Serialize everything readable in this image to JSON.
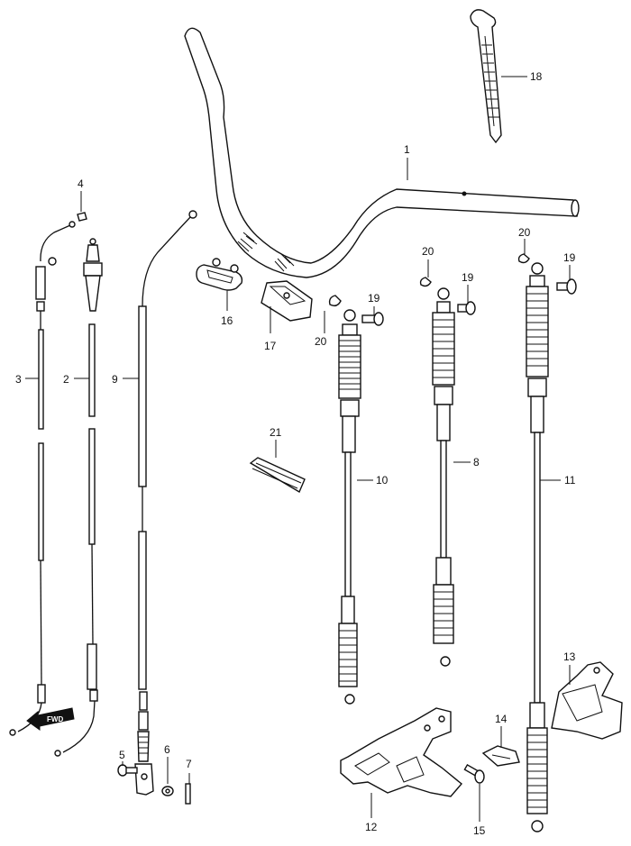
{
  "labels": {
    "p1": "1",
    "p2": "2",
    "p3": "3",
    "p4": "4",
    "p5": "5",
    "p6": "6",
    "p7": "7",
    "p8": "8",
    "p9": "9",
    "p10": "10",
    "p11": "11",
    "p12": "12",
    "p13": "13",
    "p14": "14",
    "p15": "15",
    "p16": "16",
    "p17": "17",
    "p18": "18",
    "p19a": "19",
    "p19b": "19",
    "p19c": "19",
    "p20a": "20",
    "p20b": "20",
    "p20c": "20",
    "p21": "21"
  },
  "fwd": {
    "text": "FWD"
  },
  "colors": {
    "ink": "#111111",
    "paper": "#ffffff"
  }
}
